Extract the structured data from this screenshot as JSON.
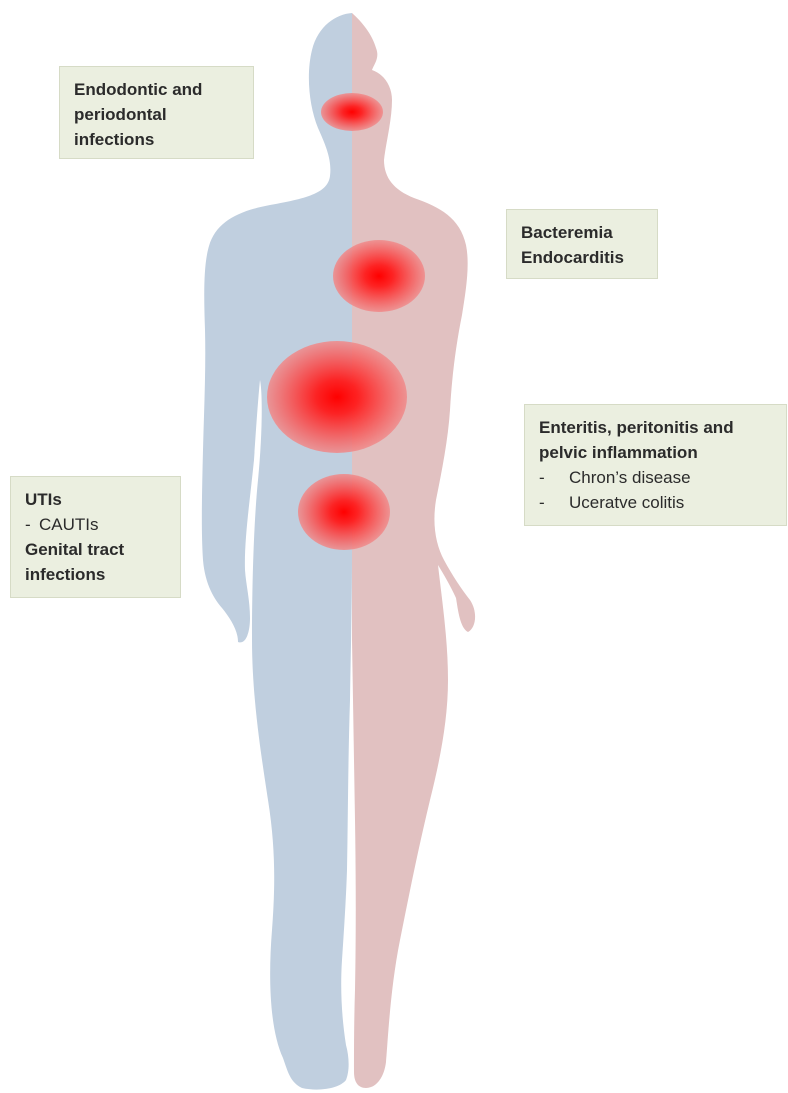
{
  "figure": {
    "colors": {
      "left_half": "#c0cfdf",
      "right_half": "#e1c1c1",
      "box_bg": "#ebefe0",
      "hotspot_core": "#ff0000"
    },
    "hotspots": [
      "mouth",
      "heart",
      "abdomen",
      "pelvis"
    ]
  },
  "labels": {
    "oral": {
      "title": "Endodontic and periodontal infections"
    },
    "blood": {
      "line1": "Bacteremia",
      "line2": "Endocarditis"
    },
    "gut": {
      "title": "Enteritis, peritonitis and pelvic inflammation",
      "items": [
        "Chron’s disease",
        "Uceratve colitis"
      ]
    },
    "uro": {
      "title1": "UTIs",
      "item": "CAUTIs",
      "title2": "Genital tract infections"
    }
  }
}
